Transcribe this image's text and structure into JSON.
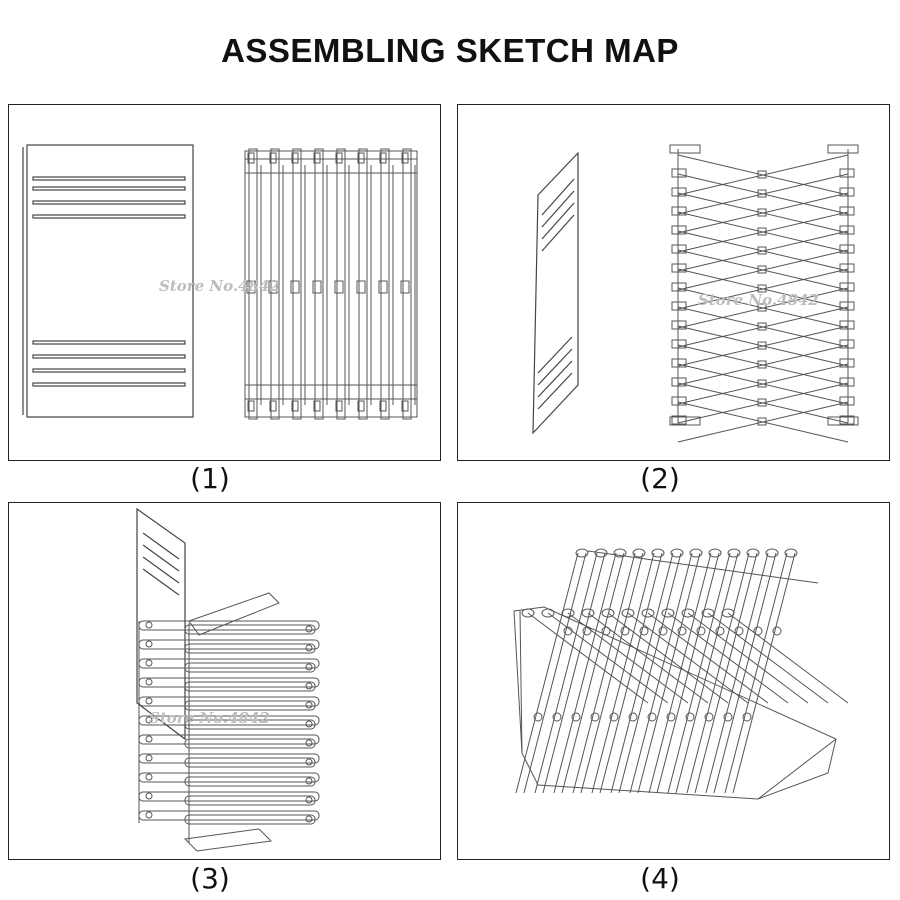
{
  "title": "ASSEMBLING SKETCH MAP",
  "panels": [
    {
      "caption": "(1)",
      "watermark": "Store No.4842"
    },
    {
      "caption": "(2)",
      "watermark": "Store No.4842"
    },
    {
      "caption": "(3)",
      "watermark": "Store No.4842"
    },
    {
      "caption": "(4)",
      "watermark": ""
    }
  ]
}
